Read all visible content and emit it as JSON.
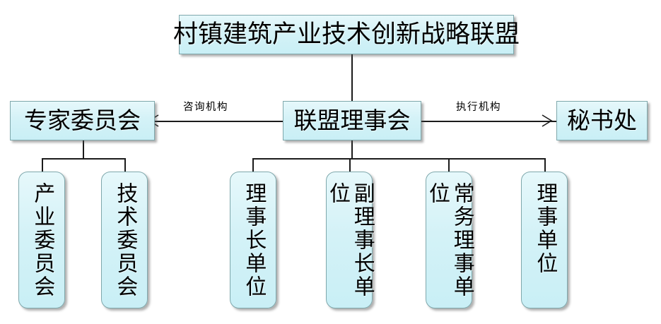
{
  "diagram": {
    "title_node": {
      "label": "村镇建筑产业技术创新战略联盟"
    },
    "level2": [
      {
        "id": "expert-committee",
        "label": "专家委员会"
      },
      {
        "id": "alliance-board",
        "label": "联盟理事会"
      },
      {
        "id": "secretariat",
        "label": "秘书处"
      }
    ],
    "edge_labels": [
      {
        "id": "advisory-body",
        "label": "咨询机构"
      },
      {
        "id": "executive-body",
        "label": "执行机构"
      }
    ],
    "expert_children": [
      {
        "id": "industry-committee",
        "label": "产业委员会"
      },
      {
        "id": "technology-committee",
        "label": "技术委员会"
      }
    ],
    "board_children": [
      {
        "id": "chairman-unit",
        "label": "理事长单位"
      },
      {
        "id": "vice-chairman-unit",
        "label": "副理事长单位"
      },
      {
        "id": "standing-director-unit",
        "label": "常务理事单位"
      },
      {
        "id": "director-unit",
        "label": "理事单位"
      }
    ],
    "colors": {
      "node_fill_light": "#e6f8fb",
      "node_fill_dark": "#c9eff6",
      "node_border": "#7fa8ac",
      "line": "#1b1b1b",
      "text": "#000000",
      "background": "#ffffff"
    }
  }
}
